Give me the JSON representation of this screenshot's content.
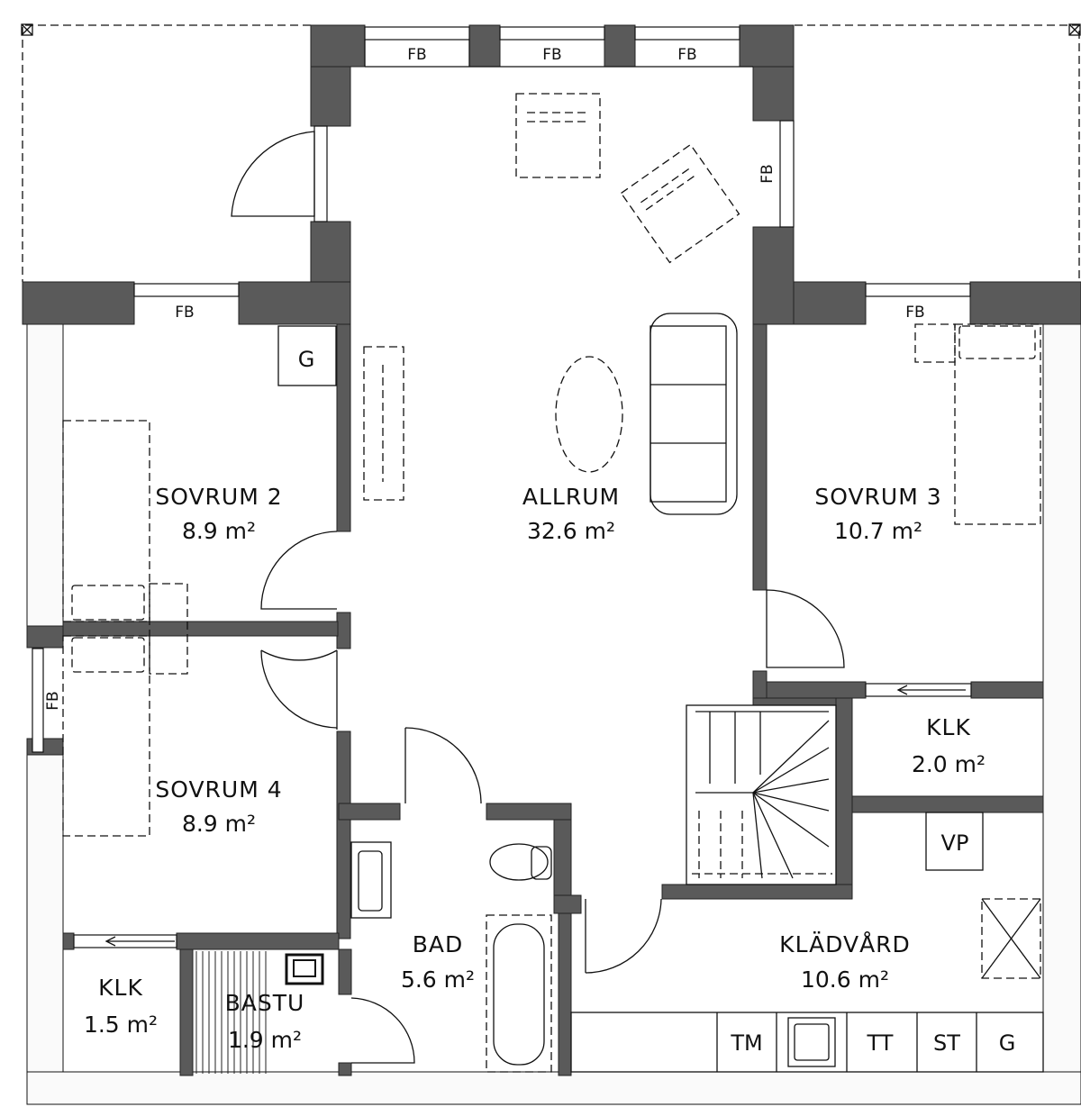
{
  "rooms": {
    "sovrum2": {
      "name": "SOVRUM 2",
      "area": "8.9 m²"
    },
    "sovrum3": {
      "name": "SOVRUM 3",
      "area": "10.7 m²"
    },
    "sovrum4": {
      "name": "SOVRUM 4",
      "area": "8.9 m²"
    },
    "allrum": {
      "name": "ALLRUM",
      "area": "32.6 m²"
    },
    "klk_right": {
      "name": "KLK",
      "area": "2.0 m²"
    },
    "klk_left": {
      "name": "KLK",
      "area": "1.5 m²"
    },
    "bad": {
      "name": "BAD",
      "area": "5.6 m²"
    },
    "bastu": {
      "name": "BASTU",
      "area": "1.9 m²"
    },
    "kladvard": {
      "name": "KLÄDVÅRD",
      "area": "10.6 m²"
    }
  },
  "window_label": "FB",
  "fixtures": {
    "g": "G",
    "vp": "VP",
    "tm": "TM",
    "tt": "TT",
    "st": "ST"
  }
}
